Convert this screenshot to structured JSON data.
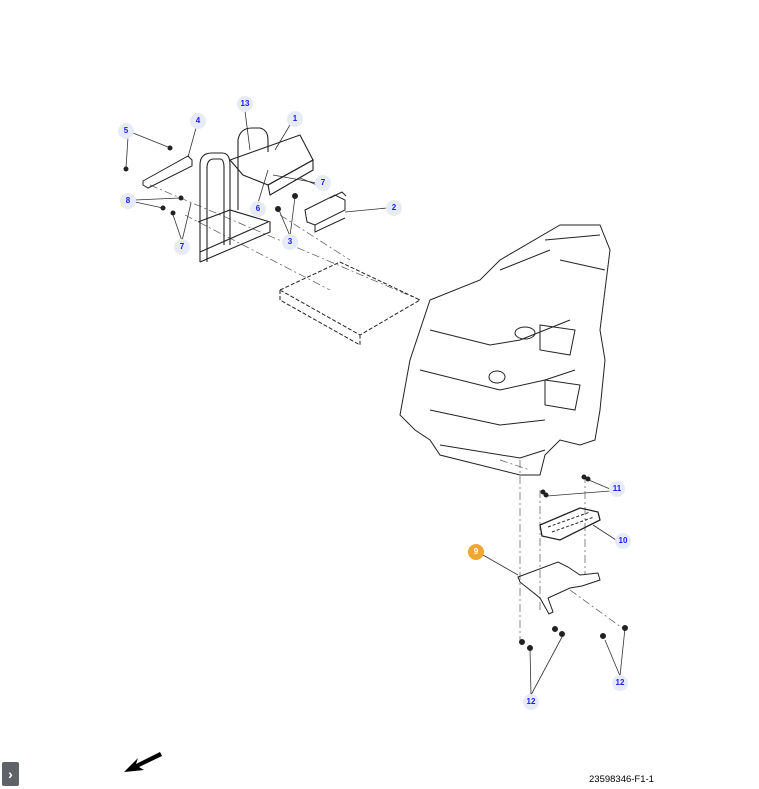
{
  "diagram": {
    "figure_id": "23598346-F1-1",
    "callouts": [
      {
        "label": "13",
        "active": false
      },
      {
        "label": "1",
        "active": false
      },
      {
        "label": "4",
        "active": false
      },
      {
        "label": "5",
        "active": false
      },
      {
        "label": "7",
        "active": false
      },
      {
        "label": "8",
        "active": false
      },
      {
        "label": "6",
        "active": false
      },
      {
        "label": "2",
        "active": false
      },
      {
        "label": "3",
        "active": false
      },
      {
        "label": "7",
        "active": false
      },
      {
        "label": "11",
        "active": false
      },
      {
        "label": "10",
        "active": false
      },
      {
        "label": "9",
        "active": true
      },
      {
        "label": "12",
        "active": false
      },
      {
        "label": "12",
        "active": false
      }
    ],
    "highlight_color": "#f0a830",
    "callout_text_color": "#1a1aff"
  },
  "controls": {
    "expand_icon": "chevron-right-icon",
    "direction_icon": "arrow-down-left-icon"
  }
}
